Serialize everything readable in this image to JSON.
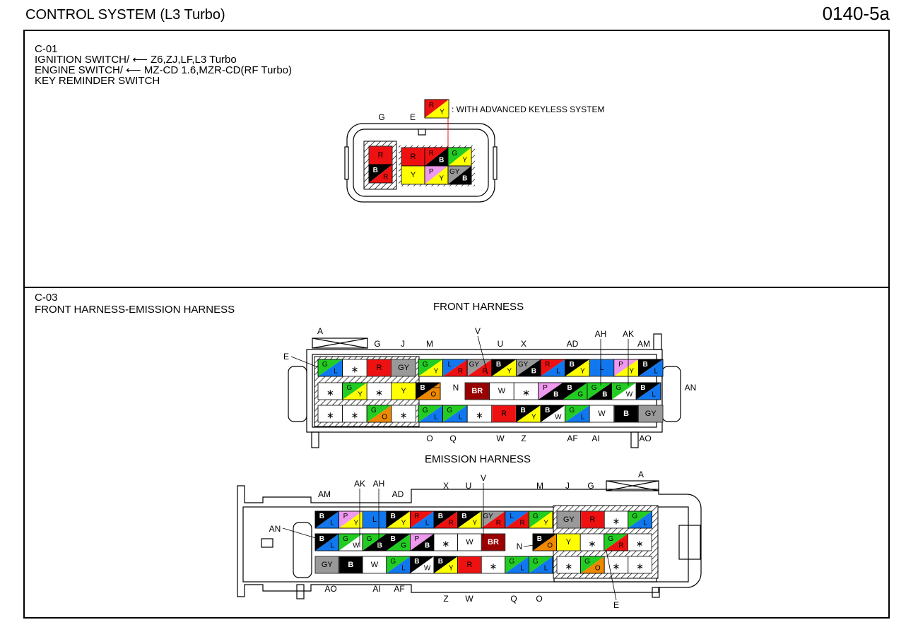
{
  "header": {
    "title": "CONTROL SYSTEM (L3 Turbo)",
    "code": "0140-5a"
  },
  "colors": {
    "R": "#ee1111",
    "Y": "#ffff00",
    "G": "#22cc22",
    "L": "#1177ee",
    "B": "#000000",
    "W": "#ffffff",
    "P": "#ee99ee",
    "GY": "#999999",
    "O": "#ee8800",
    "BR": "#990000"
  },
  "panel1": {
    "connector_id": "C-01",
    "line1": "IGNITION SWITCH/",
    "line1_models": "Z6,ZJ,LF,L3 Turbo",
    "line2": "ENGINE SWITCH/",
    "line2_models": "MZ-CD 1.6,MZR-CD(RF Turbo)",
    "line3": "KEY REMINDER SWITCH",
    "legend_text": ": WITH ADVANCED KEYLESS SYSTEM",
    "legend_colors": [
      "R",
      "Y"
    ],
    "pin_labels": [
      "G",
      "E"
    ]
  },
  "panel2": {
    "connector_id": "C-03",
    "name": "FRONT HARNESS-EMISSION HARNESS",
    "front_title": "FRONT HARNESS",
    "emission_title": "EMISSION HARNESS",
    "front_top_labels": [
      "A",
      "G",
      "J",
      "M",
      "V",
      "U",
      "X",
      "AD",
      "AH",
      "AK",
      "AM"
    ],
    "front_bottom_labels": [
      "O",
      "Q",
      "W",
      "Z",
      "AF",
      "AI",
      "AO"
    ],
    "front_side_labels": [
      "E",
      "N",
      "AN"
    ],
    "emission_top_labels": [
      "AM",
      "AK",
      "AH",
      "AD",
      "X",
      "U",
      "V",
      "M",
      "J",
      "G",
      "A"
    ],
    "emission_bottom_labels": [
      "AO",
      "AI",
      "AF",
      "Z",
      "W",
      "Q",
      "O"
    ],
    "emission_side_labels": [
      "AN",
      "N",
      "E"
    ]
  }
}
